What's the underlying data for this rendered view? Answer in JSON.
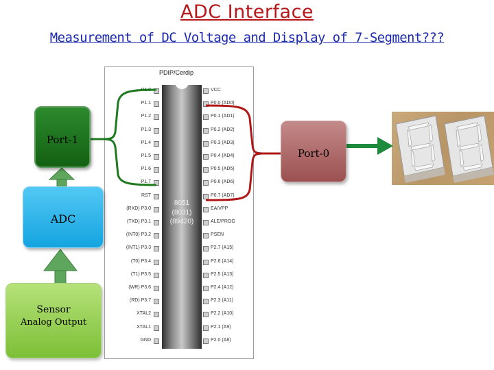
{
  "title": "ADC Interface",
  "subtitle": "Measurement of DC Voltage and Display of 7-Segment???",
  "blocks": {
    "port1": "Port-1",
    "adc": "ADC",
    "sensor_line1": "Sensor",
    "sensor_line2": "Analog Output",
    "port0": "Port-0"
  },
  "chip": {
    "package_label": "PDIP/Cerdip",
    "name": "8051",
    "variant1": "(8031)",
    "variant2": "(89420)",
    "left_pins": [
      "P1.0",
      "P1.1",
      "P1.2",
      "P1.3",
      "P1.4",
      "P1.5",
      "P1.6",
      "P1.7",
      "RST",
      "(RXD) P3.0",
      "(TXD) P3.1",
      "(INT0) P3.2",
      "(INT1) P3.3",
      "(T0) P3.4",
      "(T1) P3.5",
      "(WR) P3.6",
      "(RD) P3.7",
      "XTAL2",
      "XTAL1",
      "GND"
    ],
    "right_pins": [
      "VCC",
      "P0.0 (AD0)",
      "P0.1 (AD1)",
      "P0.2 (AD2)",
      "P0.3 (AD3)",
      "P0.4 (AD4)",
      "P0.5 (AD5)",
      "P0.6 (AD6)",
      "P0.7 (AD7)",
      "EA/VPP",
      "ALE/PROG",
      "PSEN",
      "P2.7 (A15)",
      "P2.6 (A14)",
      "P2.5 (A13)",
      "P2.4 (A12)",
      "P2.3 (A11)",
      "P2.2 (A10)",
      "P2.1 (A9)",
      "P2.0 (A8)"
    ]
  },
  "colors": {
    "title": "#b8171a",
    "subtitle": "#1d2bb0",
    "port1_bracket": "#1f7a1f",
    "port0_bracket": "#b01818",
    "arrow_fill": "#5ea65e",
    "display_arrow": "#1d8a3c"
  }
}
